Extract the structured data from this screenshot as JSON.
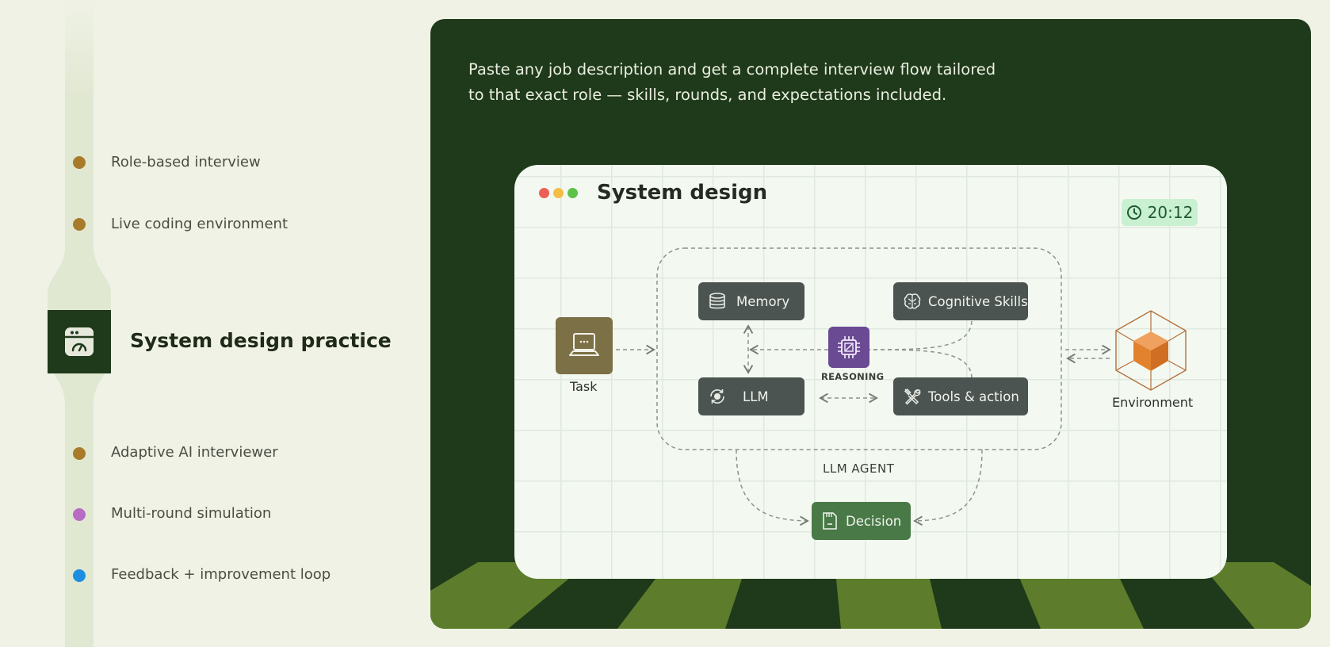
{
  "nav": {
    "items": [
      {
        "label": "Role-based interview",
        "dot_color": "#a87b2c"
      },
      {
        "label": "Live coding environment",
        "dot_color": "#a87b2c"
      },
      {
        "label": "Adaptive AI interviewer",
        "dot_color": "#a87b2c"
      },
      {
        "label": "Multi-round simulation",
        "dot_color": "#b86cc4"
      },
      {
        "label": "Feedback + improvement loop",
        "dot_color": "#1e8fe0"
      }
    ],
    "active": {
      "label": "System design practice",
      "icon": "gauge-window-icon"
    }
  },
  "panel": {
    "description": "Paste any job description and get a complete interview flow tailored to that exact role — skills, rounds, and expectations included.",
    "card": {
      "title": "System design",
      "timer": "20:12",
      "window_controls": [
        "#ec5f57",
        "#f4bd47",
        "#5dc247"
      ]
    },
    "diagram": {
      "task_label": "Task",
      "environment_label": "Environment",
      "memory_label": "Memory",
      "cognitive_label": "Cognitive Skills",
      "llm_label": "LLM",
      "tools_label": "Tools & action",
      "reasoning_label": "REASONING",
      "agent_label": "LLM AGENT",
      "decision_label": "Decision",
      "colors": {
        "node_dark": "#4b5450",
        "task": "#7c7046",
        "reasoning": "#6b4a94",
        "decision": "#497946",
        "cube": "#e98a3f"
      }
    }
  }
}
